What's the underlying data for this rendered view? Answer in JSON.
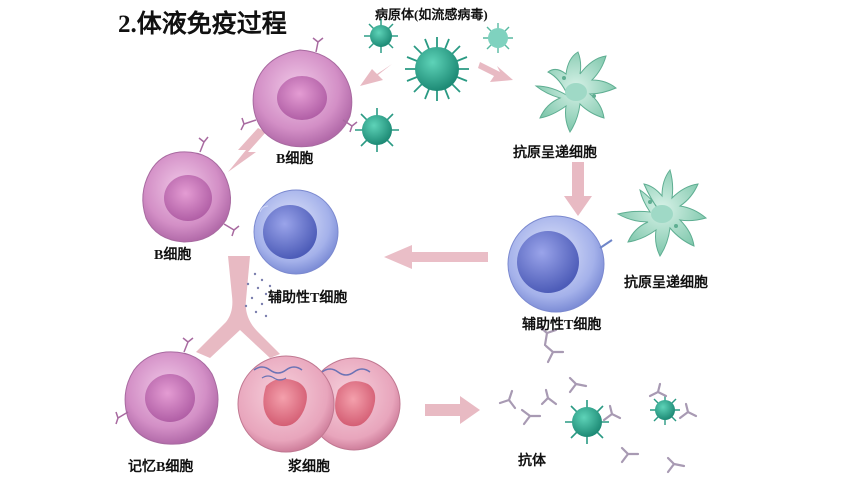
{
  "title": "2.体液免疫过程",
  "labels": {
    "pathogen": "病原体(如流感病毒)",
    "b_cell_top": "B细胞",
    "b_cell_left": "B细胞",
    "apc_top": "抗原呈递细胞",
    "apc_right": "抗原呈递细胞",
    "helper_t_mid": "辅助性T细胞",
    "helper_t_right": "辅助性T细胞",
    "memory_b": "记忆B细胞",
    "plasma": "浆细胞",
    "antibody": "抗体"
  },
  "colors": {
    "b_cell": "#d78fc8",
    "plasma_cell": "#e58fa7",
    "t_cell": "#8f9fe0",
    "apc": "#8fd0b8",
    "virus": "#2aa38c",
    "arrow": "#e3b5bc",
    "antibody": "#a89ab3"
  }
}
